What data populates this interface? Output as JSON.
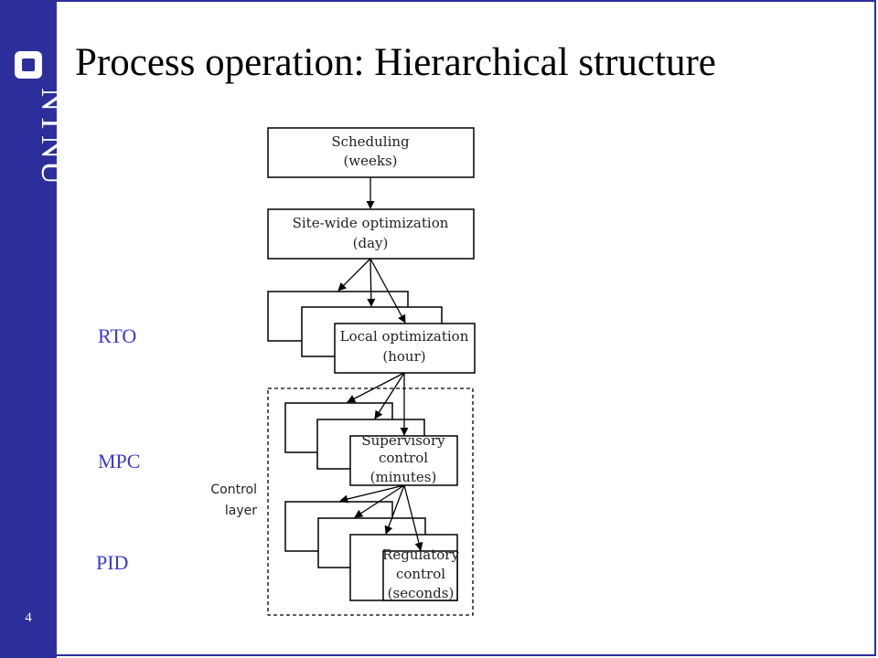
{
  "slide": {
    "title": "Process operation: Hierarchical structure",
    "number": "4"
  },
  "branding": {
    "logo_text": "NTNU",
    "sidebar_color": "#2c2f9b"
  },
  "levels": {
    "rto": "RTO",
    "mpc": "MPC",
    "pid": "PID",
    "label_color": "#3a3ad0"
  },
  "diagram": {
    "scheduling": {
      "line1": "Scheduling",
      "line2": "(weeks)"
    },
    "site_wide": {
      "line1": "Site-wide optimization",
      "line2": "(day)"
    },
    "local": {
      "line1": "Local optimization",
      "line2": "(hour)"
    },
    "supervisory": {
      "line1": "Supervisory",
      "line2": "control",
      "line3": "(minutes)"
    },
    "regulatory": {
      "line1": "Regulatory",
      "line2": "control",
      "line3": "(seconds)"
    },
    "control_layer": {
      "line1": "Control",
      "line2": "layer"
    }
  }
}
